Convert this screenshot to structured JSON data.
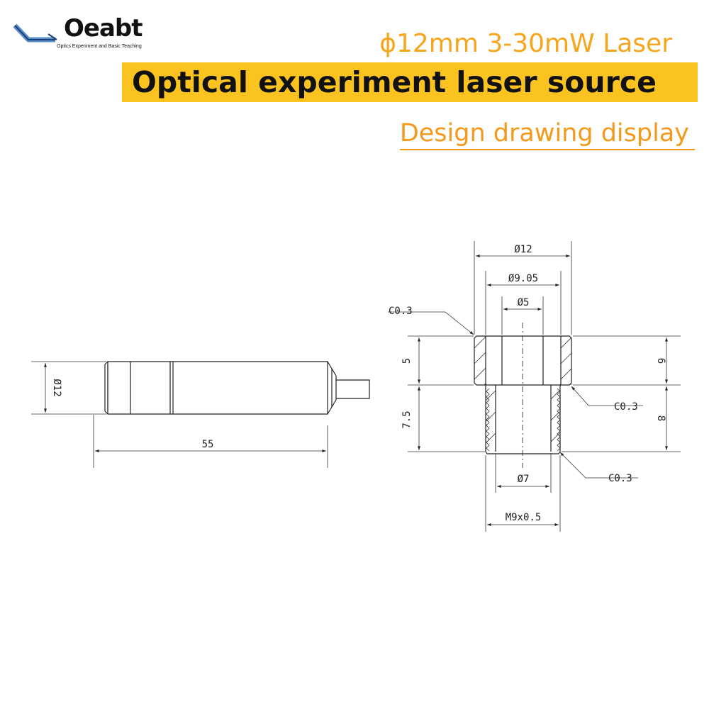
{
  "brand": {
    "name": "Oeabt",
    "tagline": "Optics Experiment and Basic Teaching",
    "accent": "#f7a51c",
    "banner_color": "#fbc31f"
  },
  "header": {
    "subtitle": "ϕ12mm 3-30mW Laser",
    "title": "Optical experiment laser source",
    "caption": "Design drawing display"
  },
  "side_view": {
    "diameter_label": "Ø12",
    "length_label": "55"
  },
  "section_view": {
    "outer_diameter_label": "Ø12",
    "inner_diameter_label": "Ø9.05",
    "bore_label": "Ø5",
    "lower_bore_label": "Ø7",
    "thread_label": "M9x0.5",
    "chamfer_top_label": "C0.3",
    "chamfer_mid_label": "C0.3",
    "chamfer_bottom_label": "C0.3",
    "depth_5_label": "5",
    "height_6_label": "6",
    "height_8_label": "8",
    "height_7_5_label": "7.5"
  }
}
